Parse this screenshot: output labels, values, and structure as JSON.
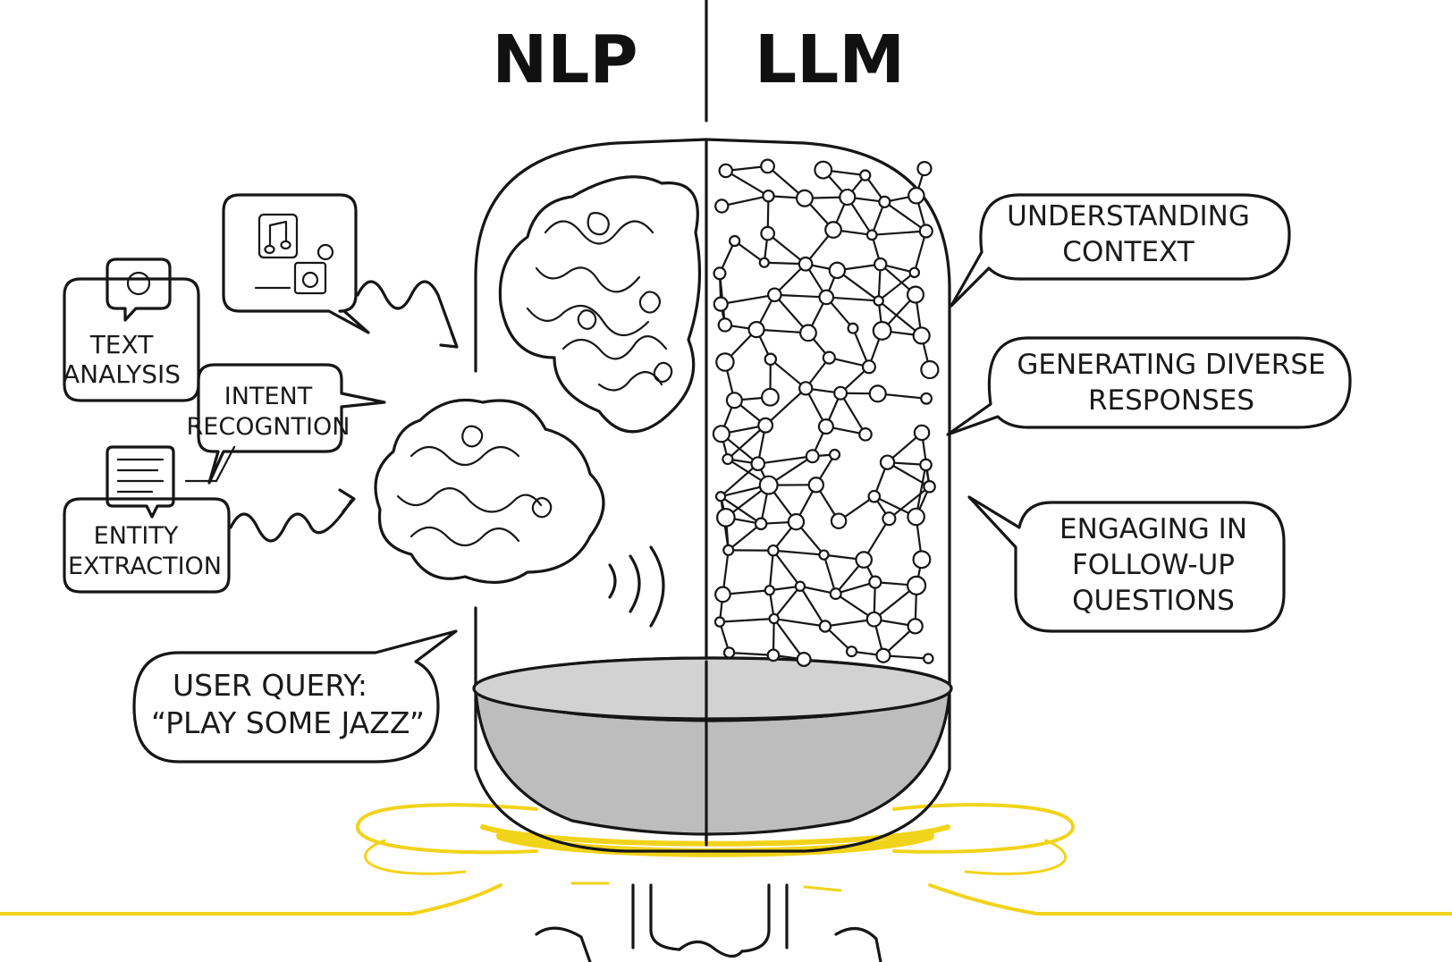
{
  "header": {
    "left_title": "NLP",
    "right_title": "LLM"
  },
  "left_labels": {
    "text_analysis": [
      "TEXT",
      "ANALYSIS"
    ],
    "intent_recognition": [
      "INTENT",
      "RECOGNTION"
    ],
    "entity_extraction": [
      "ENTITY",
      "EXTRACTION"
    ],
    "user_query": [
      "USER QUERY:",
      "“PLAY SOME JAZZ”"
    ]
  },
  "right_labels": {
    "understanding_context": [
      "UNDERSTANDING",
      "CONTEXT"
    ],
    "generating_responses": [
      "GENERATING DIVERSE",
      "RESPONSES"
    ],
    "follow_up": [
      "ENGAGING IN",
      "FOLLOW-UP",
      "QUESTIONS"
    ]
  },
  "icons": [
    "chat-bubble-icon",
    "music-media-icon",
    "document-icon",
    "brain-icon",
    "neural-network-icon",
    "smart-speaker-icon"
  ],
  "colors": {
    "ink": "#161616",
    "accent_yellow": "#f2d31b",
    "background": "#ffffff"
  }
}
